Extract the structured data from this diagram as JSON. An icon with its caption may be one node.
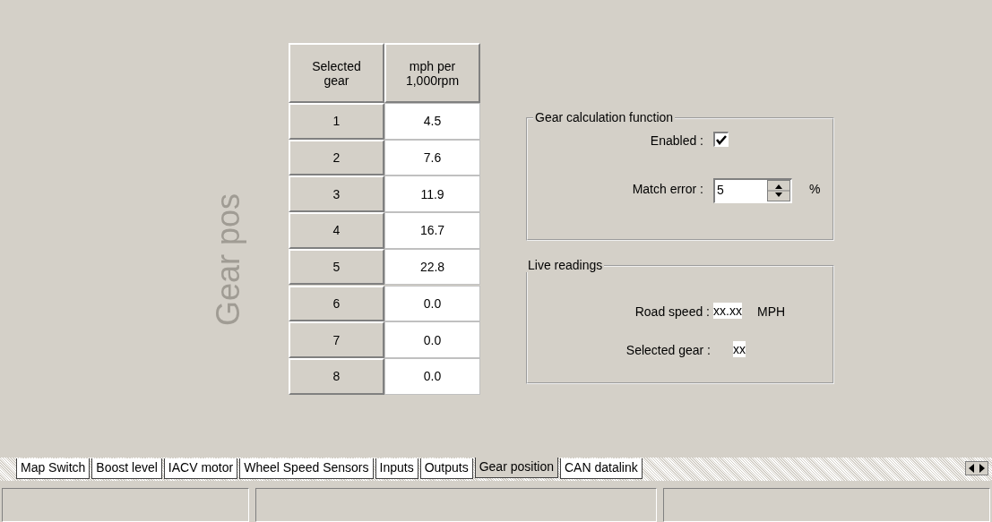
{
  "diagram": {
    "nodes": [
      {
        "text": [
          "Gear calculation function",
          "Enabled :",
          "Match error :",
          "5",
          "%"
        ]
      },
      {
        "text": [
          "Live readings",
          "Road speed :",
          "xx.xx",
          "MPH",
          "Selected gear :",
          "xx"
        ]
      }
    ],
    "labels": [
      "Gear pos",
      "Selected gear",
      "mph per 1,000rpm",
      "1",
      "4.5",
      "2",
      "7.6",
      "3",
      "11.9",
      "4",
      "16.7",
      "5",
      "22.8",
      "6",
      "0.0",
      "7",
      "0.0",
      "8",
      "0.0",
      "Map Switch",
      "Boost level",
      "IACV motor",
      "Wheel Speed Sensors",
      "Inputs",
      "Outputs",
      "Gear position",
      "CAN datalink"
    ]
  }
}
